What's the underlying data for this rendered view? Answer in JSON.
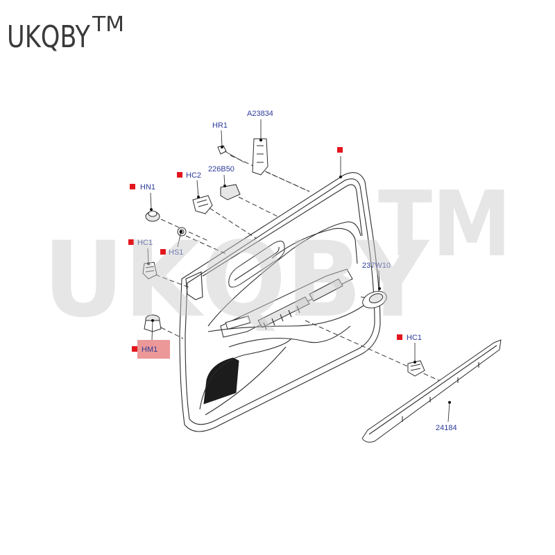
{
  "logo": {
    "name": "UKQBY",
    "mark": "TM"
  },
  "watermark": {
    "name": "UKQBY",
    "mark": "TM"
  },
  "labels": {
    "hr1": "HR1",
    "a23834": "A23834",
    "hn1": "HN1",
    "hc2": "HC2",
    "p226b50": "226B50",
    "hc1_left": "HC1",
    "hs1": "HS1",
    "p237w10": "237W10",
    "hm1": "HM1",
    "hc1_right": "HC1",
    "p24184": "24184"
  },
  "colors": {
    "label_text": "#2b3a9a",
    "marker_red": "#e3151d",
    "highlight": "#e98686",
    "watermark": "#c9c9c9",
    "logo": "#3a3a3a"
  }
}
